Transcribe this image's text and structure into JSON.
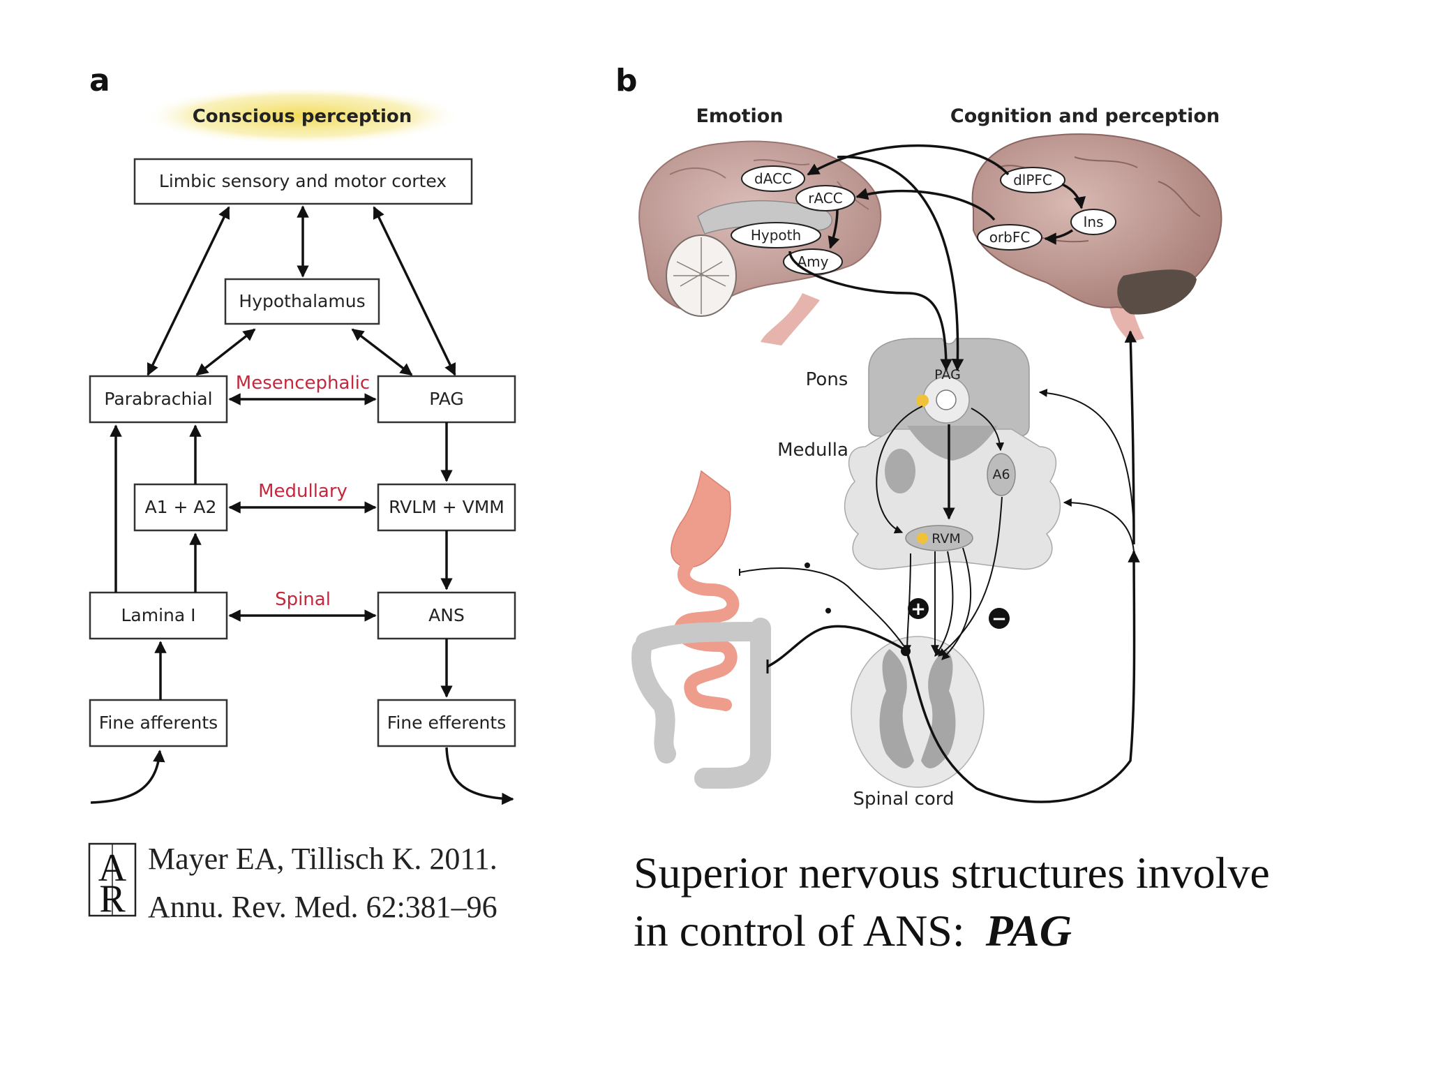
{
  "panel_a": {
    "letter": "a",
    "top_label": "Conscious perception",
    "boxes": {
      "limbic": "Limbic sensory and motor cortex",
      "hypothalamus": "Hypothalamus",
      "parabrachial": "Parabrachial",
      "pag": "PAG",
      "a1a2": "A1 + A2",
      "rvlm": "RVLM + VMM",
      "lamina": "Lamina I",
      "ans": "ANS",
      "fine_afferents": "Fine afferents",
      "fine_efferents": "Fine efferents"
    },
    "levels": {
      "mesencephalic": "Mesencephalic",
      "medullary": "Medullary",
      "spinal": "Spinal"
    }
  },
  "panel_b": {
    "letter": "b",
    "emotion_label": "Emotion",
    "cognition_label": "Cognition and perception",
    "ovals": {
      "dacc": "dACC",
      "racc": "rACC",
      "hypoth": "Hypoth",
      "amy": "Amy",
      "dlpfc": "dlPFC",
      "ins": "Ins",
      "orbfc": "orbFC"
    },
    "structures": {
      "pons": "Pons",
      "medulla": "Medulla",
      "pag": "PAG",
      "a6": "A6",
      "rvm": "RVM",
      "spinal_cord": "Spinal cord"
    },
    "signs": {
      "plus": "+",
      "minus": "−"
    }
  },
  "citation": {
    "logo_letters": "AR",
    "line1": "Mayer EA, Tillisch K. 2011.",
    "line2": "Annu. Rev. Med. 62:381–96"
  },
  "caption": {
    "line1": "Superior nervous structures involve",
    "line2_prefix": "in control of ANS:",
    "line2_emphasis": "PAG"
  },
  "colors": {
    "highlight_yellow": "#f3e27a",
    "level_red": "#c3283d",
    "brain_pink": "#caa5a0",
    "gut_pink": "#ee9c8c",
    "gray_tissue": "#c8c8c8"
  }
}
